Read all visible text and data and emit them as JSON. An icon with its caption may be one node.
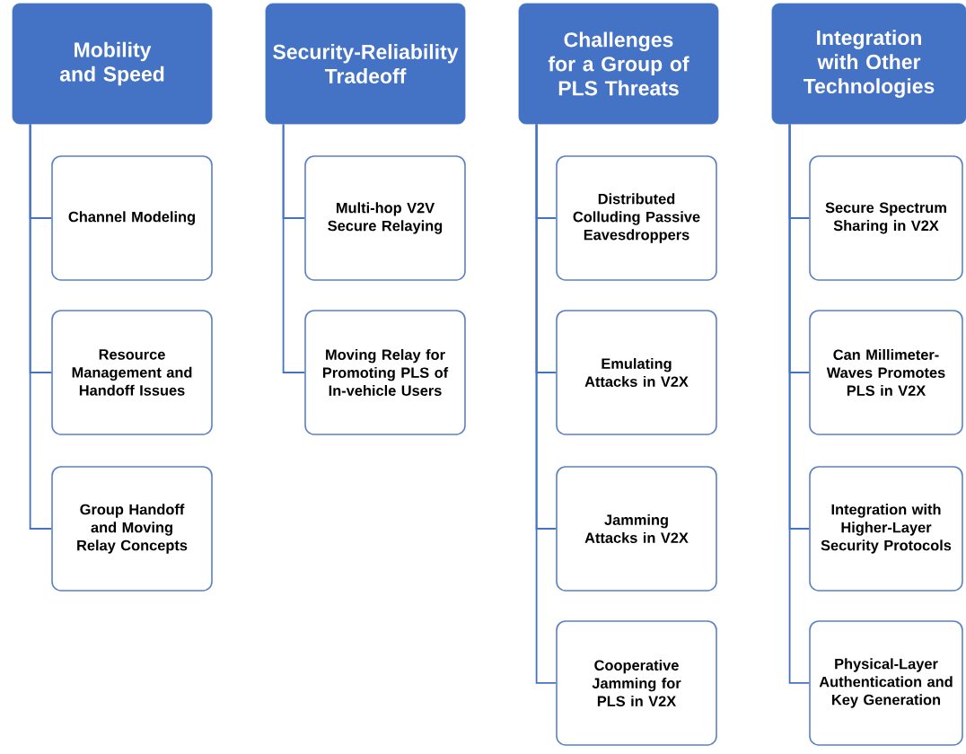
{
  "diagram": {
    "nodes": [
      {
        "text": [
          "Mobility and Speed"
        ]
      },
      {
        "text": [
          "Channel Modeling"
        ]
      },
      {
        "text": [
          "Resource Management and Handoff Issues"
        ]
      },
      {
        "text": [
          "Group Handoff and Moving Relay Concepts"
        ]
      },
      {
        "text": [
          "Security-Reliability Tradeoff"
        ]
      },
      {
        "text": [
          "Multi-hop V2V Secure Relaying"
        ]
      },
      {
        "text": [
          "Moving Relay for Promoting PLS of In-vehicle Users"
        ]
      },
      {
        "text": [
          "Challenges for a Group of PLS Threats"
        ]
      },
      {
        "text": [
          "Distributed Colluding Passive Eavesdroppers"
        ]
      },
      {
        "text": [
          "Emulating Attacks in V2X"
        ]
      },
      {
        "text": [
          "Jamming Attacks in V2X"
        ]
      },
      {
        "text": [
          "Cooperative Jamming for PLS in V2X"
        ]
      },
      {
        "text": [
          "Integration with Other Technologies"
        ]
      },
      {
        "text": [
          "Secure Spectrum Sharing in V2X"
        ]
      },
      {
        "text": [
          "Can Millimeter-Waves Promotes PLS in V2X"
        ]
      },
      {
        "text": [
          "Integration with Higher-Layer Security Protocols"
        ]
      },
      {
        "text": [
          "Physical-Layer Authentication and Key Generation"
        ]
      }
    ],
    "edges": [
      {
        "from": 0,
        "to": 1,
        "arrow": "none"
      },
      {
        "from": 0,
        "to": 2,
        "arrow": "none"
      },
      {
        "from": 0,
        "to": 3,
        "arrow": "none"
      },
      {
        "from": 4,
        "to": 5,
        "arrow": "none"
      },
      {
        "from": 4,
        "to": 6,
        "arrow": "none"
      },
      {
        "from": 7,
        "to": 8,
        "arrow": "none"
      },
      {
        "from": 7,
        "to": 9,
        "arrow": "none"
      },
      {
        "from": 7,
        "to": 10,
        "arrow": "none"
      },
      {
        "from": 7,
        "to": 11,
        "arrow": "none"
      },
      {
        "from": 12,
        "to": 13,
        "arrow": "none"
      },
      {
        "from": 12,
        "to": 14,
        "arrow": "none"
      },
      {
        "from": 12,
        "to": 15,
        "arrow": "none"
      },
      {
        "from": 12,
        "to": 16,
        "arrow": "none"
      }
    ]
  }
}
